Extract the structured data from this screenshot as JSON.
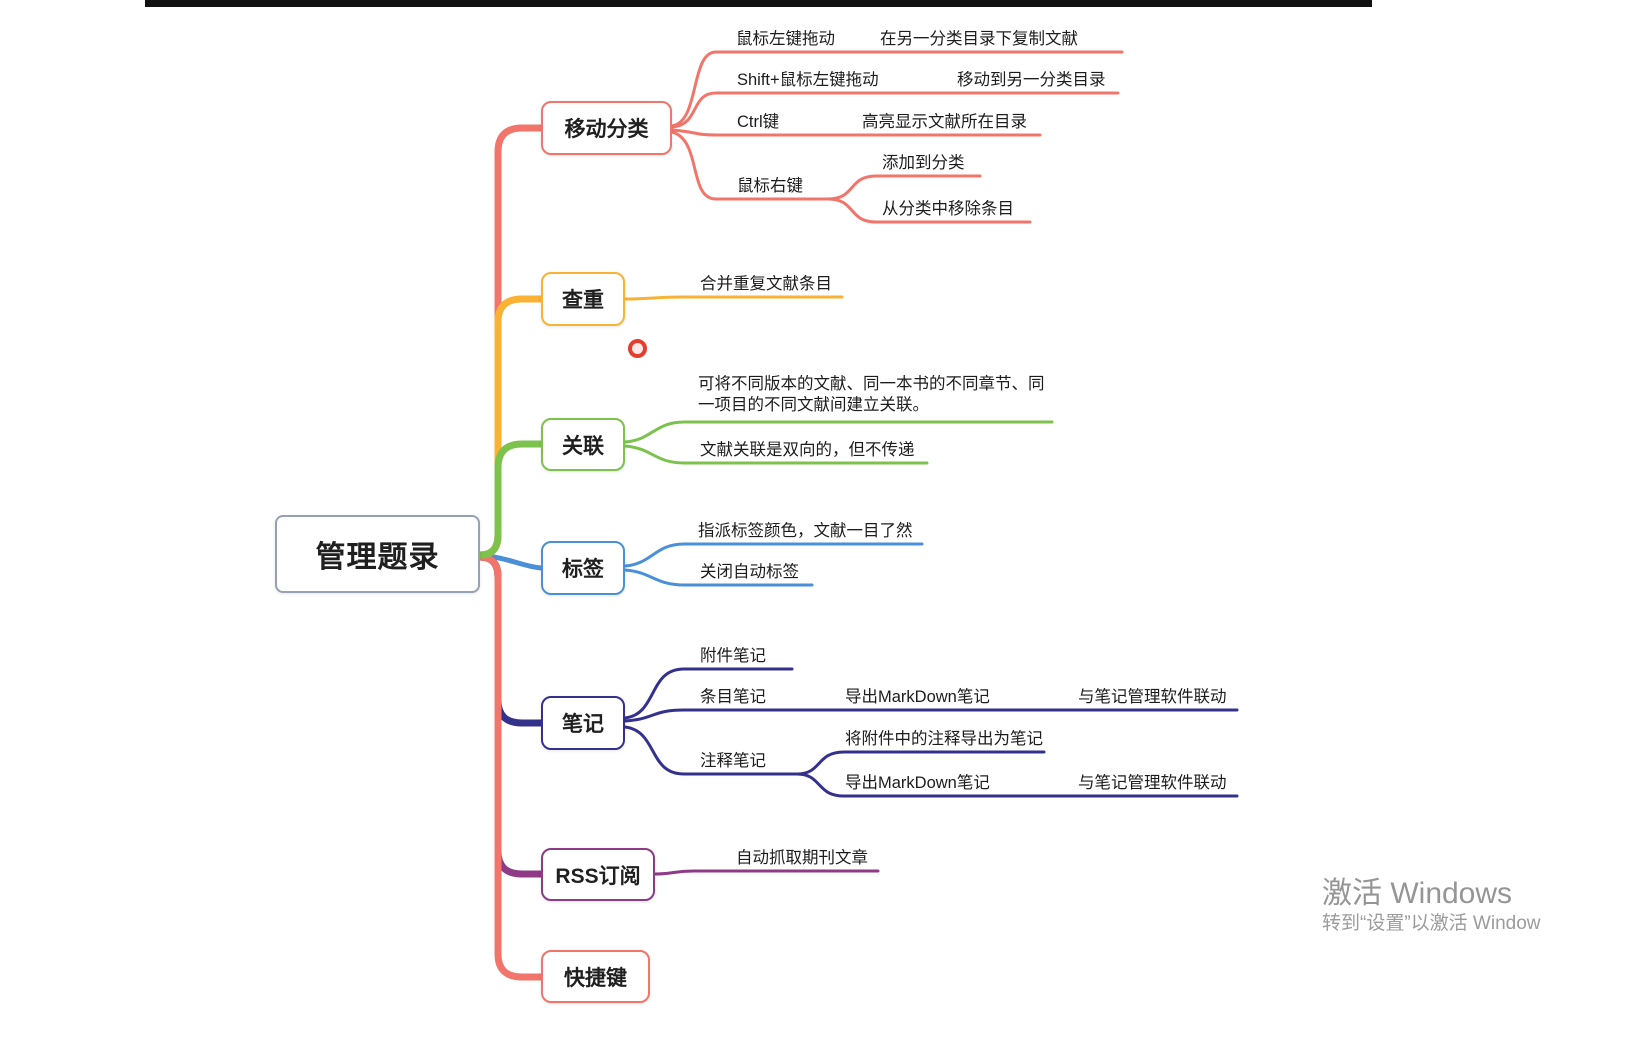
{
  "mindmap": {
    "root": {
      "label": "管理题录",
      "border_color": "#97a1b4"
    },
    "branches": [
      {
        "label": "移动分类",
        "color": "#f2756b",
        "children": [
          {
            "label": "鼠标左键拖动",
            "children": [
              {
                "label": "在另一分类目录下复制文献"
              }
            ]
          },
          {
            "label": "Shift+鼠标左键拖动",
            "children": [
              {
                "label": "移动到另一分类目录"
              }
            ]
          },
          {
            "label": "Ctrl键",
            "children": [
              {
                "label": "高亮显示文献所在目录"
              }
            ]
          },
          {
            "label": "鼠标右键",
            "children": [
              {
                "label": "添加到分类"
              },
              {
                "label": "从分类中移除条目"
              }
            ]
          }
        ]
      },
      {
        "label": "查重",
        "color": "#f9b234",
        "children": [
          {
            "label": "合并重复文献条目"
          }
        ]
      },
      {
        "label": "关联",
        "color": "#7cc24c",
        "children": [
          {
            "label": "可将不同版本的文献、同一本书的不同章节、同一项目的不同文献间建立关联。"
          },
          {
            "label": "文献关联是双向的，但不传递"
          }
        ]
      },
      {
        "label": "标签",
        "color": "#4a90d9",
        "children": [
          {
            "label": "指派标签颜色，文献一目了然"
          },
          {
            "label": "关闭自动标签"
          }
        ]
      },
      {
        "label": "笔记",
        "color": "#34318d",
        "children": [
          {
            "label": "附件笔记"
          },
          {
            "label": "条目笔记",
            "children": [
              {
                "label": "导出MarkDown笔记",
                "children": [
                  {
                    "label": "与笔记管理软件联动"
                  }
                ]
              }
            ]
          },
          {
            "label": "注释笔记",
            "children": [
              {
                "label": "将附件中的注释导出为笔记"
              },
              {
                "label": "导出MarkDown笔记",
                "children": [
                  {
                    "label": "与笔记管理软件联动"
                  }
                ]
              }
            ]
          }
        ]
      },
      {
        "label": "RSS订阅",
        "color": "#8e3a87",
        "children": [
          {
            "label": "自动抓取期刊文章"
          }
        ]
      },
      {
        "label": "快捷键",
        "color": "#f2756b",
        "children": []
      }
    ]
  },
  "watermark": {
    "line1": "激活 Windows",
    "line2": "转到“设置”以激活 Window",
    "color": "#828282"
  }
}
